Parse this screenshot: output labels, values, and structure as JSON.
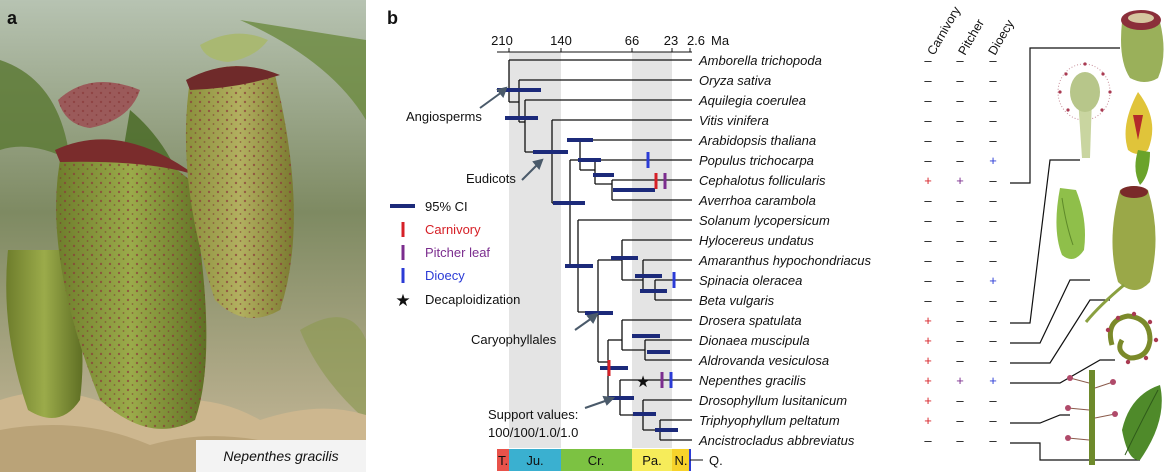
{
  "panel_a": {
    "label": "a",
    "caption": "Nepenthes gracilis"
  },
  "panel_b": {
    "label": "b",
    "axis": {
      "ticks": [
        "210",
        "140",
        "66",
        "23",
        "2.6"
      ],
      "unit": "Ma"
    },
    "traits": [
      "Carnivory",
      "Pitcher",
      "Dioecy"
    ],
    "taxa": [
      {
        "name": "Amborella trichopoda",
        "c": "–",
        "p": "–",
        "d": "–"
      },
      {
        "name": "Oryza sativa",
        "c": "–",
        "p": "–",
        "d": "–"
      },
      {
        "name": "Aquilegia coerulea",
        "c": "–",
        "p": "–",
        "d": "–"
      },
      {
        "name": "Vitis vinifera",
        "c": "–",
        "p": "–",
        "d": "–"
      },
      {
        "name": "Arabidopsis thaliana",
        "c": "–",
        "p": "–",
        "d": "–"
      },
      {
        "name": "Populus trichocarpa",
        "c": "–",
        "p": "–",
        "d": "+"
      },
      {
        "name": "Cephalotus follicularis",
        "c": "+",
        "p": "+",
        "d": "–"
      },
      {
        "name": "Averrhoa carambola",
        "c": "–",
        "p": "–",
        "d": "–"
      },
      {
        "name": "Solanum lycopersicum",
        "c": "–",
        "p": "–",
        "d": "–"
      },
      {
        "name": "Hylocereus undatus",
        "c": "–",
        "p": "–",
        "d": "–"
      },
      {
        "name": "Amaranthus hypochondriacus",
        "c": "–",
        "p": "–",
        "d": "–"
      },
      {
        "name": "Spinacia oleracea",
        "c": "–",
        "p": "–",
        "d": "+"
      },
      {
        "name": "Beta vulgaris",
        "c": "–",
        "p": "–",
        "d": "–"
      },
      {
        "name": "Drosera spatulata",
        "c": "+",
        "p": "–",
        "d": "–"
      },
      {
        "name": "Dionaea muscipula",
        "c": "+",
        "p": "–",
        "d": "–"
      },
      {
        "name": "Aldrovanda vesiculosa",
        "c": "+",
        "p": "–",
        "d": "–"
      },
      {
        "name": "Nepenthes gracilis",
        "c": "+",
        "p": "+",
        "d": "+"
      },
      {
        "name": "Drosophyllum lusitanicum",
        "c": "+",
        "p": "–",
        "d": "–"
      },
      {
        "name": "Triphyophyllum peltatum",
        "c": "+",
        "p": "–",
        "d": "–"
      },
      {
        "name": "Ancistrocladus abbreviatus",
        "c": "–",
        "p": "–",
        "d": "–"
      }
    ],
    "clade_labels": {
      "angiosperms": "Angiosperms",
      "eudicots": "Eudicots",
      "caryophyllales": "Caryophyllales",
      "support_line1": "Support values:",
      "support_line2": "100/100/1.0/1.0"
    },
    "legend": {
      "ci": "95% CI",
      "carnivory": "Carnivory",
      "pitcher": "Pitcher leaf",
      "dioecy": "Dioecy",
      "decaploid": "Decaploidization"
    },
    "periods": [
      {
        "abbr": "T.",
        "color": "#e8524a"
      },
      {
        "abbr": "Ju.",
        "color": "#3ab0d0"
      },
      {
        "abbr": "Cr.",
        "color": "#7cc242"
      },
      {
        "abbr": "Pa.",
        "color": "#f6ec5a"
      },
      {
        "abbr": "N.",
        "color": "#f7d32a"
      },
      {
        "abbr": "Q.",
        "color": "#ffffff"
      }
    ],
    "colors": {
      "ci_bar": "#1c2a7a",
      "carnivory": "#d62027",
      "pitcher": "#7b2d8e",
      "dioecy": "#2b3bd6",
      "band": "#e6e6e6",
      "plus_carnivory": "#d62027",
      "plus_pitcher": "#7b2d8e",
      "plus_dioecy": "#2b3bd6"
    }
  }
}
